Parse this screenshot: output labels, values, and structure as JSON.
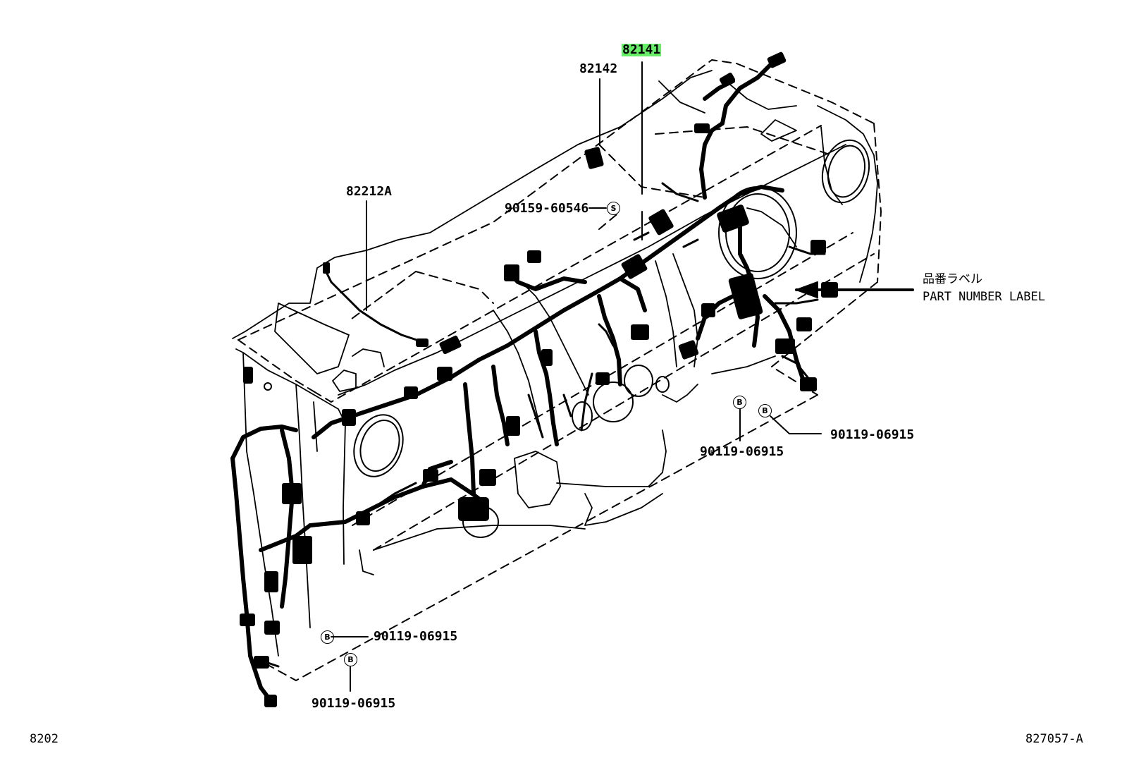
{
  "diagram": {
    "highlight_color": "#66ee66",
    "line_color": "#000000",
    "background_color": "#ffffff",
    "callouts": {
      "p82141": "82141",
      "p82142": "82142",
      "p82212a": "82212A",
      "p90159": "90159-60546",
      "p90119_right_top": "90119-06915",
      "p90119_right_bottom": "90119-06915",
      "p90119_left_top": "90119-06915",
      "p90119_left_bottom": "90119-06915"
    },
    "symbols": {
      "s": "S",
      "b": "B"
    },
    "label_note": {
      "jp": "品番ラベル",
      "en": "PART NUMBER LABEL"
    },
    "footer": {
      "left": "8202",
      "right": "827057-A"
    }
  }
}
